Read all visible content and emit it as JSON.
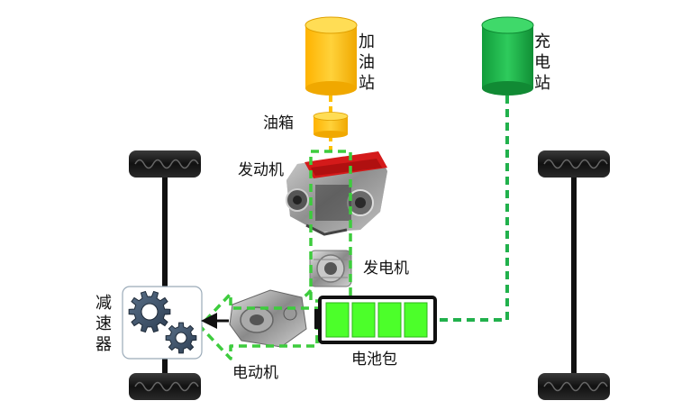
{
  "labels": {
    "gas_station": "加油站",
    "charging_station": "充电站",
    "fuel_tank": "油箱",
    "engine": "发动机",
    "generator": "发电机",
    "reducer": "减速器",
    "motor": "电动机",
    "battery": "电池包"
  },
  "colors": {
    "fuel_yellow": "#ffc000",
    "charge_green": "#21b14c",
    "flow_green": "#3dcc3d",
    "battery_green": "#4cff2a",
    "axle_black": "#111111",
    "gear_blue": "#3a4f66"
  },
  "battery": {
    "cells": 4
  }
}
